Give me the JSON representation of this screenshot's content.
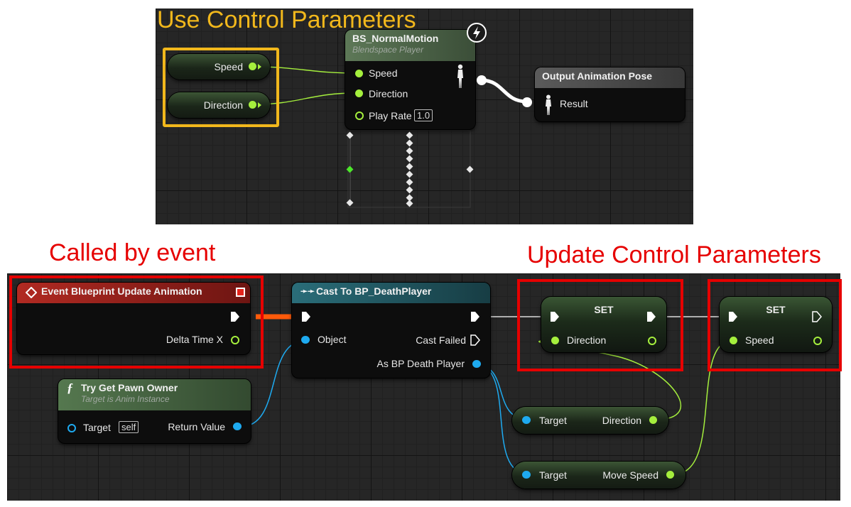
{
  "annotations": {
    "use_control": "Use Control Parameters",
    "called_by_event": "Called by event",
    "update_control": "Update Control Parameters"
  },
  "colors": {
    "annotation_yellow": "#f2b81c",
    "annotation_red": "#e60000",
    "float_pin": "#a5ef3d",
    "object_pin": "#1eaaf0",
    "exec_wire": "#ff5a0a"
  },
  "anim_graph": {
    "vars": {
      "speed": "Speed",
      "direction": "Direction"
    },
    "blendspace": {
      "title": "BS_NormalMotion",
      "subtitle": "Blendspace Player",
      "pins": {
        "speed": "Speed",
        "direction": "Direction",
        "play_rate": "Play Rate",
        "play_rate_value": "1.0"
      }
    },
    "output": {
      "title": "Output Animation Pose",
      "result": "Result"
    }
  },
  "event_graph": {
    "event": {
      "title": "Event Blueprint Update Animation",
      "delta": "Delta Time X",
      "icon": "event-diamond-icon"
    },
    "pawn": {
      "title": "Try Get Pawn Owner",
      "subtitle": "Target is Anim Instance",
      "target": "Target",
      "self": "self",
      "return": "Return Value",
      "icon": "function-icon"
    },
    "cast": {
      "title": "Cast To BP_DeathPlayer",
      "object": "Object",
      "failed": "Cast Failed",
      "as": "As BP Death Player",
      "icon": "cast-arrow-icon"
    },
    "set1": {
      "title": "SET",
      "pin": "Direction"
    },
    "set2": {
      "title": "SET",
      "pin": "Speed"
    },
    "getdir": {
      "target": "Target",
      "value": "Direction"
    },
    "getspeed": {
      "target": "Target",
      "value": "Move Speed"
    }
  }
}
